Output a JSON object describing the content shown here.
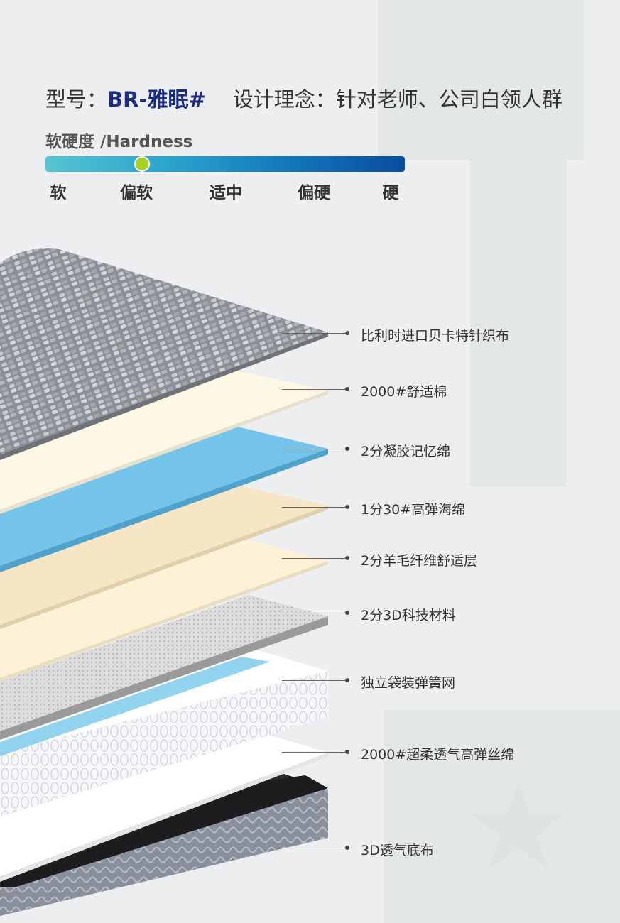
{
  "header": {
    "model_label": "型号：",
    "model_value": "BR-雅眠#",
    "concept": "设计理念：针对老师、公司白领人群"
  },
  "hardness": {
    "label": "软硬度 /Hardness",
    "level_fraction": 0.25,
    "ticks": [
      "软",
      "偏软",
      "适中",
      "偏硬",
      "硬"
    ]
  },
  "layers": [
    {
      "label": "比利时进口贝卡特针织布"
    },
    {
      "label": "2000#舒适棉"
    },
    {
      "label": "2分凝胶记忆绵"
    },
    {
      "label": "1分30#高弹海绵"
    },
    {
      "label": "2分羊毛纤维舒适层"
    },
    {
      "label": "2分3D科技材料"
    },
    {
      "label": "独立袋装弹簧网"
    },
    {
      "label": "2000#超柔透气高弹丝绵"
    },
    {
      "label": "3D透气底布"
    }
  ],
  "colors": {
    "model_accent": "#1c2b84",
    "hardness_marker": "#a8d11f"
  }
}
